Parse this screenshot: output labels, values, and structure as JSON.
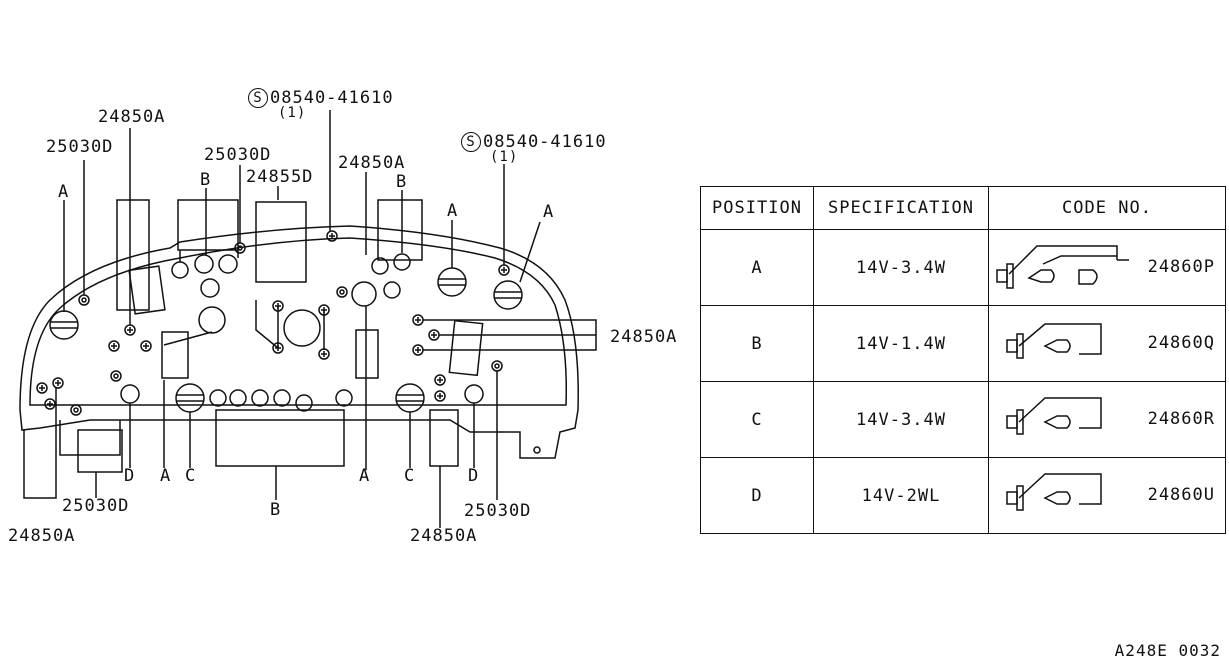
{
  "callouts": {
    "screw_top": {
      "part": "08540-41610",
      "qty": "(1)"
    },
    "screw_right": {
      "part": "08540-41610",
      "qty": "(1)"
    },
    "c_24850A_top": "24850A",
    "c_25030D_left": "25030D",
    "c_25030D_mid": "25030D",
    "c_24855D": "24855D",
    "c_24850A_mid": "24850A",
    "c_24850A_right": "24850A",
    "c_25030D_bottom_left": "25030D",
    "c_24850A_bottom_left": "24850A",
    "c_25030D_bottom_right": "25030D",
    "c_24850A_bottom_right": "24850A",
    "screw_symbol": "S"
  },
  "position_letters": {
    "a1": "A",
    "a2": "A",
    "a3": "A",
    "a4": "A",
    "a5": "A",
    "b1": "B",
    "b2": "B",
    "b3": "B",
    "c1": "C",
    "c2": "C",
    "d1": "D",
    "d2": "D"
  },
  "table": {
    "headers": [
      "POSITION",
      "SPECIFICATION",
      "CODE NO."
    ],
    "rows": [
      {
        "position": "A",
        "specification": "14V-3.4W",
        "code": "24860P"
      },
      {
        "position": "B",
        "specification": "14V-1.4W",
        "code": "24860Q"
      },
      {
        "position": "C",
        "specification": "14V-3.4W",
        "code": "24860R"
      },
      {
        "position": "D",
        "specification": "14V-2WL",
        "code": "24860U"
      }
    ]
  },
  "footer": {
    "drawing_id": "A248E 0032"
  }
}
